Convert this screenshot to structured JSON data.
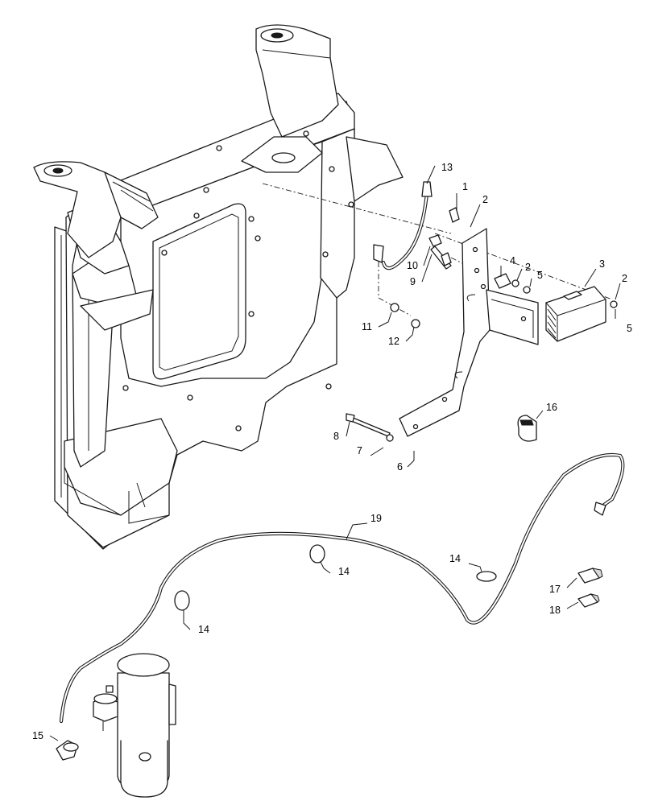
{
  "diagram": {
    "callouts": [
      {
        "id": "c1",
        "text": "1"
      },
      {
        "id": "c2a",
        "text": "2"
      },
      {
        "id": "c2b",
        "text": "2"
      },
      {
        "id": "c2c",
        "text": "2"
      },
      {
        "id": "c3",
        "text": "3"
      },
      {
        "id": "c4",
        "text": "4"
      },
      {
        "id": "c5a",
        "text": "5"
      },
      {
        "id": "c5b",
        "text": "5"
      },
      {
        "id": "c6",
        "text": "6"
      },
      {
        "id": "c7",
        "text": "7"
      },
      {
        "id": "c8",
        "text": "8"
      },
      {
        "id": "c9",
        "text": "9"
      },
      {
        "id": "c10",
        "text": "10"
      },
      {
        "id": "c11",
        "text": "11"
      },
      {
        "id": "c12",
        "text": "12"
      },
      {
        "id": "c13",
        "text": "13"
      },
      {
        "id": "c14a",
        "text": "14"
      },
      {
        "id": "c14b",
        "text": "14"
      },
      {
        "id": "c14c",
        "text": "14"
      },
      {
        "id": "c15",
        "text": "15"
      },
      {
        "id": "c16",
        "text": "16"
      },
      {
        "id": "c17",
        "text": "17"
      },
      {
        "id": "c18",
        "text": "18"
      },
      {
        "id": "c19",
        "text": "19"
      }
    ]
  }
}
